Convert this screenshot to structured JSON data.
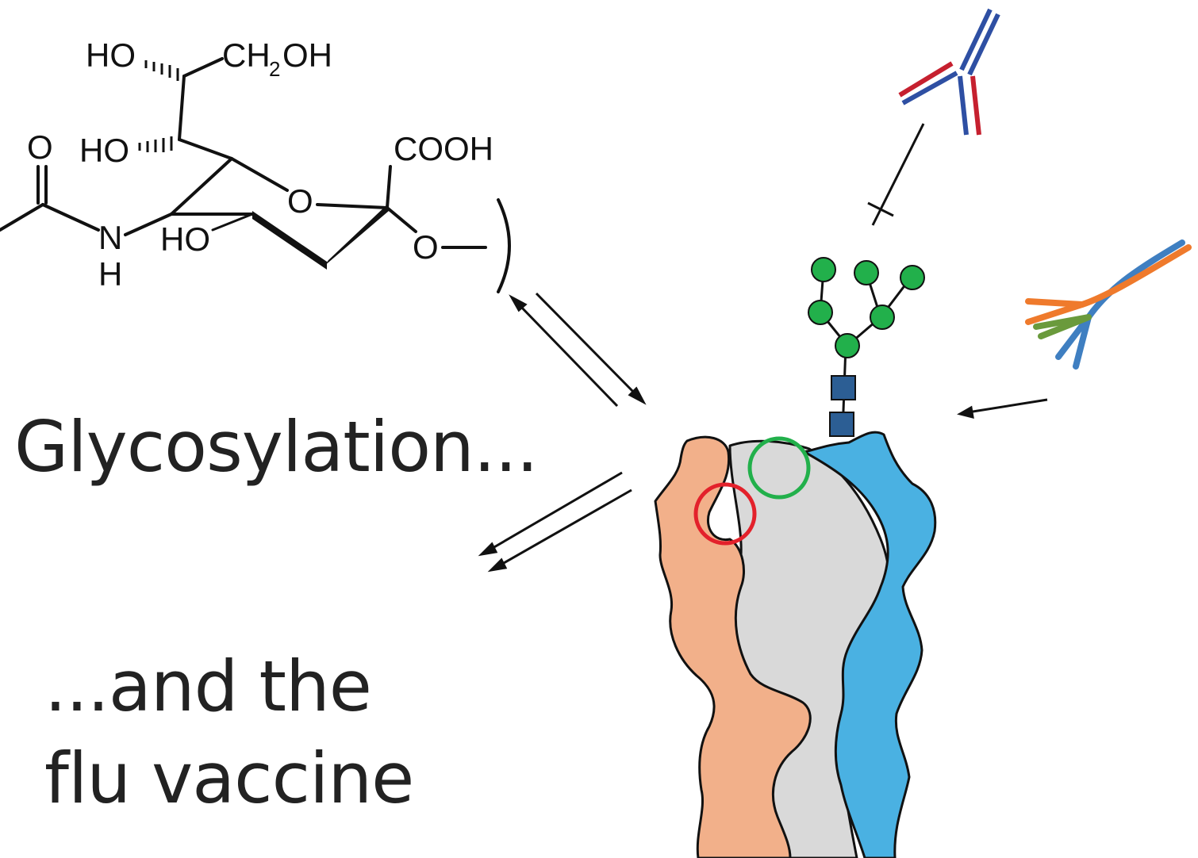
{
  "chemistry": {
    "labels": {
      "ho_top": "HO",
      "ch2oh_ch": "CH",
      "ch2oh_sub": "2",
      "ch2oh_oh": "OH",
      "carbonyl_o": "O",
      "ho_mid": "HO",
      "cooh": "COOH",
      "ring_o": "O",
      "n": "N",
      "h": "H",
      "ho_ring": "HO",
      "glycosidic_o": "O"
    }
  },
  "text": {
    "title": "Glycosylation...",
    "subtitle_line1": "...and the",
    "subtitle_line2": "flu vaccine"
  },
  "colors": {
    "protein_orange": "#f2b08a",
    "protein_gray": "#d9d9d9",
    "protein_blue": "#4ab1e2",
    "glycan_circle": "#22b04b",
    "glycan_square": "#2c5e94",
    "site_red": "#e3212b",
    "site_green": "#22b04b",
    "antibody_blue": "#2e4fa3",
    "antibody_red": "#c6202f",
    "lectin_blue": "#3f7fc1",
    "lectin_orange": "#ef7a2c",
    "lectin_green": "#6a9a3c"
  }
}
